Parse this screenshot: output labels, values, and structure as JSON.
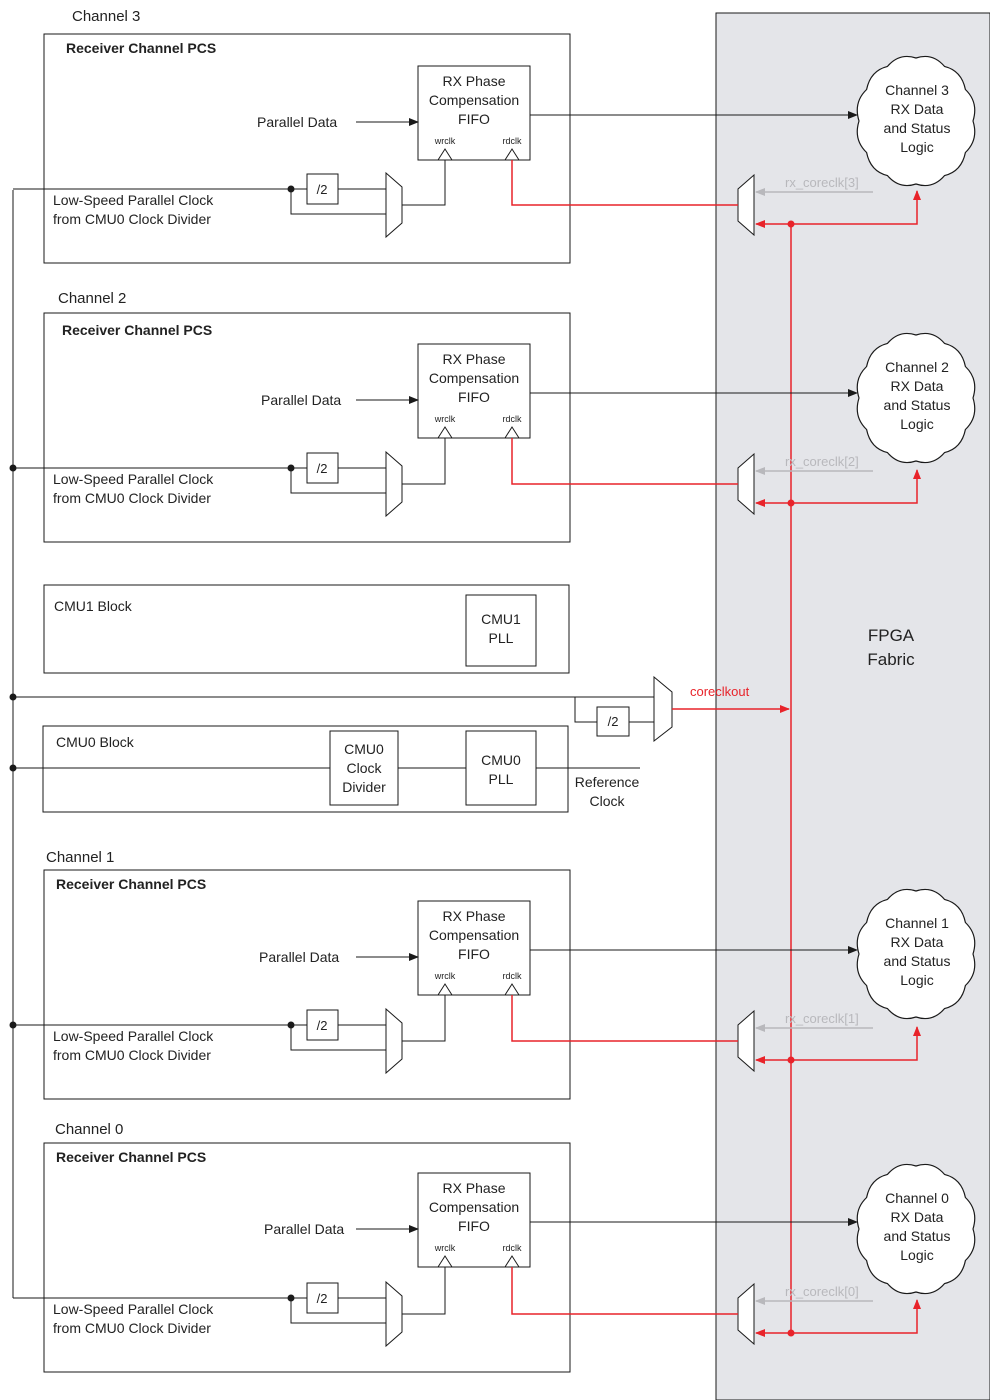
{
  "fabric": {
    "label_line1": "FPGA",
    "label_line2": "Fabric"
  },
  "channels": [
    {
      "title": "Channel 3",
      "pcs_label": "Receiver Channel PCS",
      "parallel_data": "Parallel Data",
      "fifo": [
        "RX Phase",
        "Compensation",
        "FIFO"
      ],
      "wrclk": "wrclk",
      "rdclk": "rdclk",
      "divider": "/2",
      "clock_label": [
        "Low-Speed Parallel Clock",
        "from CMU0 Clock Divider"
      ],
      "coreclk": "rx_coreclk[3]",
      "logic": [
        "Channel 3",
        "RX Data",
        "and Status",
        "Logic"
      ]
    },
    {
      "title": "Channel 2",
      "pcs_label": "Receiver Channel PCS",
      "parallel_data": "Parallel Data",
      "fifo": [
        "RX Phase",
        "Compensation",
        "FIFO"
      ],
      "wrclk": "wrclk",
      "rdclk": "rdclk",
      "divider": "/2",
      "clock_label": [
        "Low-Speed Parallel Clock",
        "from CMU0 Clock Divider"
      ],
      "coreclk": "rx_coreclk[2]",
      "logic": [
        "Channel 2",
        "RX Data",
        "and Status",
        "Logic"
      ]
    },
    {
      "title": "Channel 1",
      "pcs_label": "Receiver Channel PCS",
      "parallel_data": "Parallel Data",
      "fifo": [
        "RX Phase",
        "Compensation",
        "FIFO"
      ],
      "wrclk": "wrclk",
      "rdclk": "rdclk",
      "divider": "/2",
      "clock_label": [
        "Low-Speed Parallel Clock",
        "from CMU0 Clock Divider"
      ],
      "coreclk": "rx_coreclk[1]",
      "logic": [
        "Channel 1",
        "RX Data",
        "and Status",
        "Logic"
      ]
    },
    {
      "title": "Channel 0",
      "pcs_label": "Receiver Channel PCS",
      "parallel_data": "Parallel Data",
      "fifo": [
        "RX Phase",
        "Compensation",
        "FIFO"
      ],
      "wrclk": "wrclk",
      "rdclk": "rdclk",
      "divider": "/2",
      "clock_label": [
        "Low-Speed Parallel Clock",
        "from CMU0 Clock Divider"
      ],
      "coreclk": "rx_coreclk[0]",
      "logic": [
        "Channel 0",
        "RX Data",
        "and Status",
        "Logic"
      ]
    }
  ],
  "cmu1": {
    "title": "CMU1 Block",
    "pll": [
      "CMU1",
      "PLL"
    ]
  },
  "cmu0": {
    "title": "CMU0 Block",
    "divider": [
      "CMU0",
      "Clock",
      "Divider"
    ],
    "pll": [
      "CMU0",
      "PLL"
    ],
    "reference": [
      "Reference",
      "Clock"
    ]
  },
  "coreclkout": {
    "label": "coreclkout",
    "divider": "/2"
  },
  "colors": {
    "red": "#e8232a",
    "gray": "#b8b8bc",
    "fabric_bg": "#e4e5e9",
    "line": "#1a1a1a"
  }
}
